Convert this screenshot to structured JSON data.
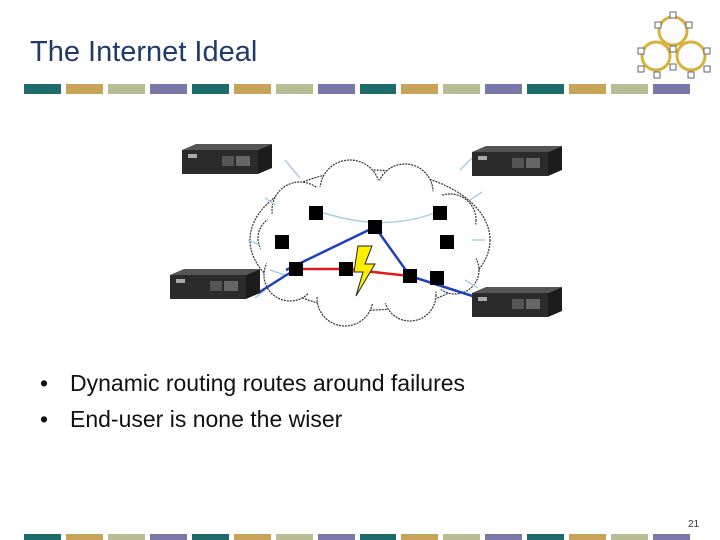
{
  "slide": {
    "title": "The Internet Ideal",
    "bullets": [
      "Dynamic routing routes around failures",
      "End-user is none the wiser"
    ],
    "page_number": "21"
  },
  "icons": {
    "logo": "ring-network-logo",
    "failure": "lightning-bolt-icon",
    "device": "network-router-device"
  },
  "colors": {
    "title": "#1f3a6b",
    "stripe": [
      "#1e6b6b",
      "#c8a45a",
      "#b9bd96",
      "#7a78a8"
    ],
    "path_blue": "#1f3fbf",
    "path_red": "#e01b1b",
    "arrows": "#a9d0e6",
    "bolt": "#ffee00"
  }
}
